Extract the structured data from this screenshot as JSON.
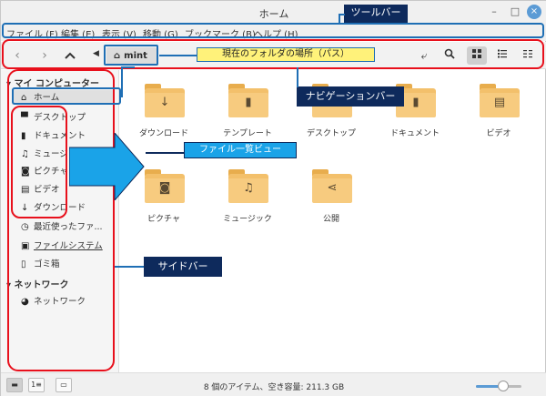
{
  "window": {
    "title": "ホーム"
  },
  "window_controls": {
    "minimize": "–",
    "maximize": "□",
    "close": "×"
  },
  "menu": [
    {
      "label": "ファイル (F)"
    },
    {
      "label": "編集 (E)"
    },
    {
      "label": "表示 (V)"
    },
    {
      "label": "移動 (G)"
    },
    {
      "label": "ブックマーク (B)"
    },
    {
      "label": "ヘルプ (H)"
    }
  ],
  "path": {
    "crumb": "mint"
  },
  "sidebar": {
    "sections": [
      {
        "title": "マイ コンピューター",
        "items": [
          {
            "label": "ホーム",
            "icon": "home-icon"
          },
          {
            "label": "デスクトップ",
            "icon": "desktop-icon"
          },
          {
            "label": "ドキュメント",
            "icon": "document-icon"
          },
          {
            "label": "ミュージック",
            "icon": "music-icon"
          },
          {
            "label": "ピクチャ",
            "icon": "camera-icon"
          },
          {
            "label": "ビデオ",
            "icon": "film-icon"
          },
          {
            "label": "ダウンロード",
            "icon": "download-icon"
          },
          {
            "label": "最近使ったファ...",
            "icon": "clock-icon"
          },
          {
            "label": "ファイルシステム",
            "icon": "drive-icon"
          },
          {
            "label": "ゴミ箱",
            "icon": "trash-icon"
          }
        ]
      },
      {
        "title": "ネットワーク",
        "items": [
          {
            "label": "ネットワーク",
            "icon": "network-icon"
          }
        ]
      }
    ]
  },
  "folders": [
    {
      "label": "ダウンロード",
      "icon": "download-icon"
    },
    {
      "label": "テンプレート",
      "icon": "template-icon"
    },
    {
      "label": "デスクトップ",
      "icon": "desktop-icon"
    },
    {
      "label": "ドキュメント",
      "icon": "document-icon"
    },
    {
      "label": "ビデオ",
      "icon": "film-icon"
    },
    {
      "label": "ピクチャ",
      "icon": "camera-icon"
    },
    {
      "label": "ミュージック",
      "icon": "music-icon"
    },
    {
      "label": "公開",
      "icon": "share-icon"
    }
  ],
  "status": {
    "text": "8 個のアイテム、空き容量: 211.3 GB",
    "zoom_level": 0.6
  },
  "statusbar_buttons": {
    "places": "▬",
    "tree": "1≡",
    "terminal": "▭"
  },
  "annotations": {
    "toolbar": "ツールバー",
    "path": "現在のフォルダの場所（パス）",
    "navbar": "ナビゲーションバー",
    "file_view": "ファイル一覧ビュー",
    "sidebar": "サイドバー"
  },
  "colors": {
    "annotation_red": "#e8101c",
    "annotation_blue": "#1f6fb5",
    "annotation_navy": "#0e2a5c",
    "folder": "#f3c06b",
    "accent": "#5b9bd5"
  }
}
